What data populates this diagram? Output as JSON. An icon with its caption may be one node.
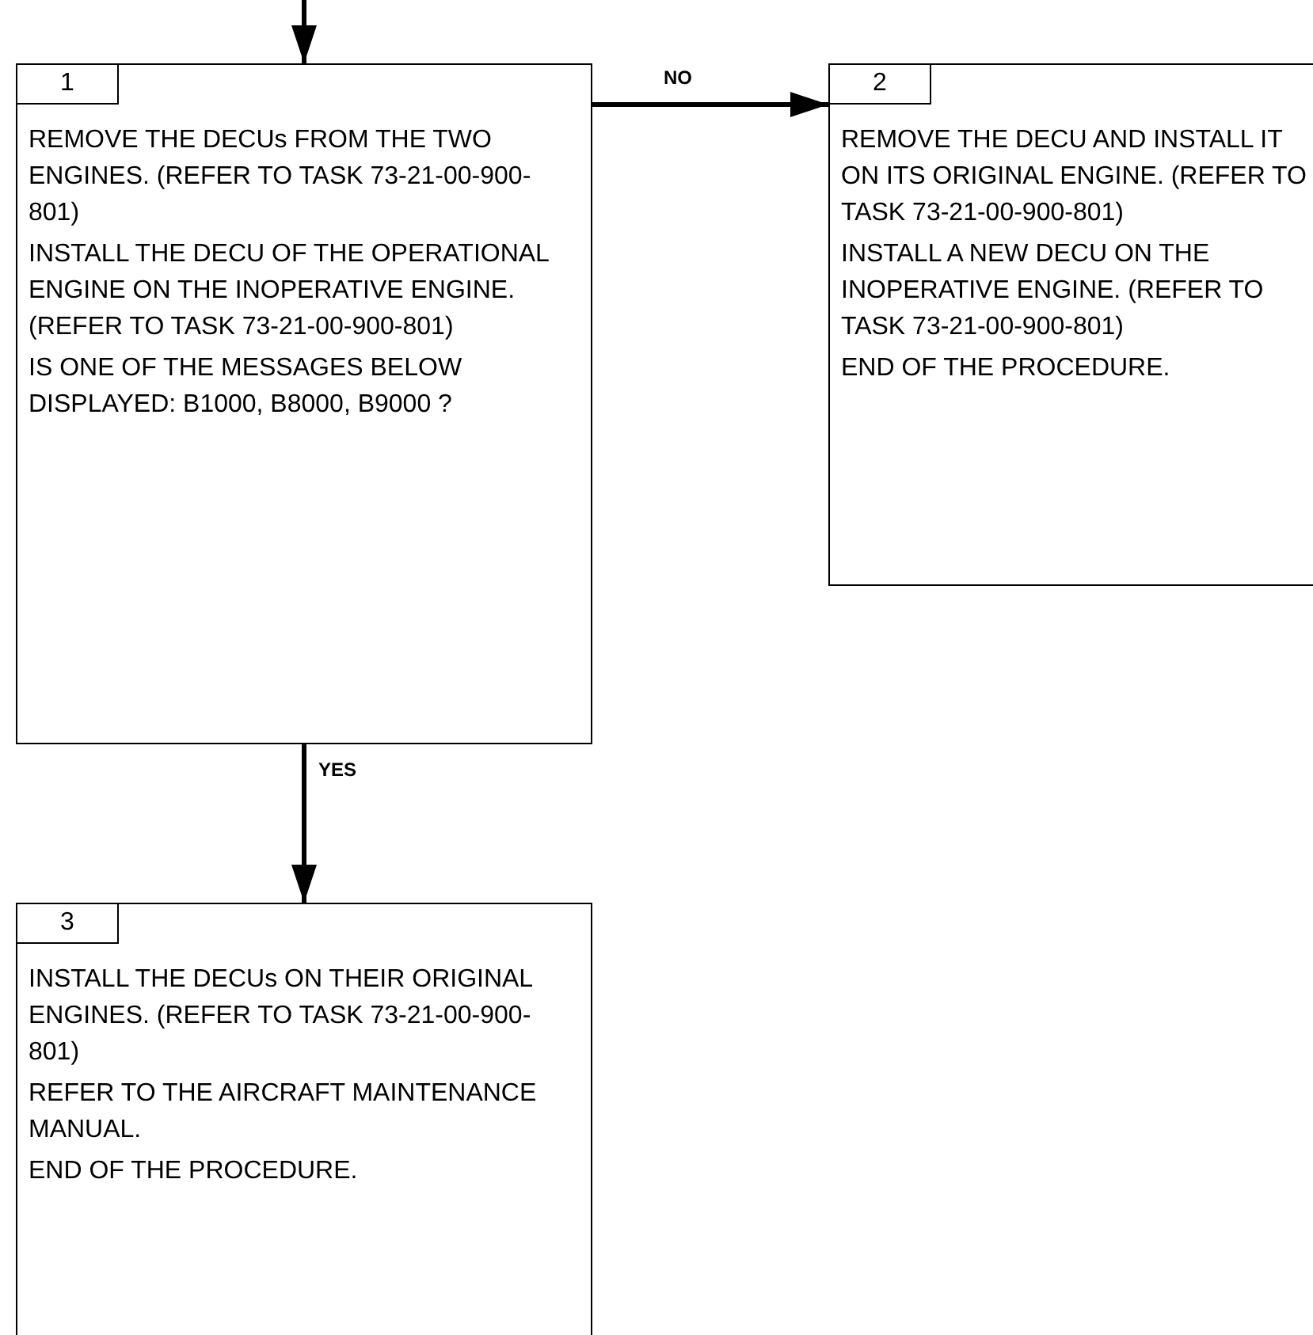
{
  "diagram": {
    "nodes": [
      {
        "text": [
          "1",
          "REMOVE THE DECUs FROM THE TWO ENGINES. (REFER TO TASK 73-21-00-900-801)",
          "INSTALL THE DECU OF THE OPERATIONAL ENGINE ON THE INOPERATIVE ENGINE. (REFER TO TASK 73-21-00-900-801)",
          "IS ONE OF THE MESSAGES BELOW DISPLAYED: B1000, B8000, B9000 ?"
        ]
      },
      {
        "text": [
          "2",
          "REMOVE THE DECU AND INSTALL IT ON ITS ORIGINAL ENGINE. (REFER TO TASK 73-21-00-900-801)",
          "INSTALL A NEW DECU ON THE INOPERATIVE ENGINE. (REFER TO TASK 73-21-00-900-801)",
          "END OF THE PROCEDURE."
        ]
      },
      {
        "text": [
          "3",
          "INSTALL THE DECUs ON THEIR ORIGINAL ENGINES. (REFER TO TASK 73-21-00-900-801)",
          "REFER TO THE AIRCRAFT MAINTENANCE MANUAL.",
          "END OF THE PROCEDURE."
        ]
      }
    ],
    "edges": [
      {
        "from": null,
        "to": 0,
        "arrow": "to"
      },
      {
        "from": 0,
        "to": 1,
        "arrow": "to",
        "label": "NO"
      },
      {
        "from": 0,
        "to": 2,
        "arrow": "to",
        "label": "YES"
      }
    ]
  }
}
